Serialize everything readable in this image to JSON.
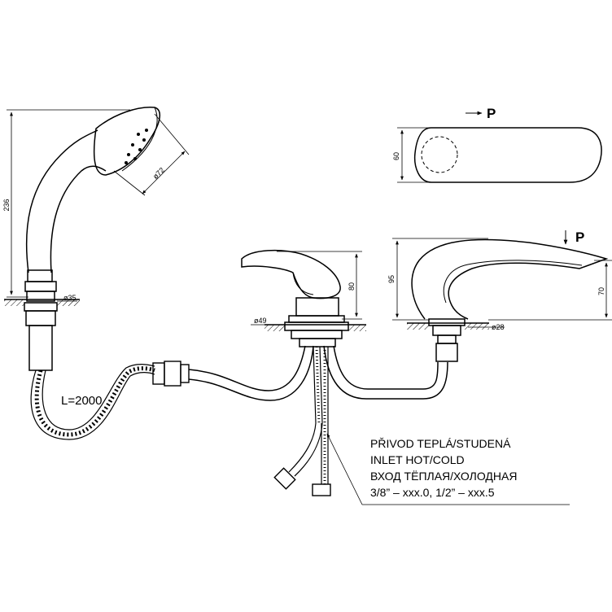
{
  "shower": {
    "height_dim": "236",
    "head_dim": "ø72",
    "base_dim": "ø35",
    "hose_length": "L=2000"
  },
  "mixer": {
    "base_dim": "ø49",
    "height_dim": "80"
  },
  "spout": {
    "height_dim": "95",
    "outlet_dim": "70",
    "base_dim": "ø28",
    "direction_label": "P"
  },
  "top_view": {
    "width_dim": "60",
    "direction_label": "P"
  },
  "note": {
    "line1": "PŘIVOD TEPLÁ/STUDENÁ",
    "line2": "INLET HOT/COLD",
    "line3": "ВХОД ТЁПЛАЯ/ХОЛОДНАЯ",
    "line4": "3/8” – xxx.0, 1/2” – xxx.5"
  }
}
